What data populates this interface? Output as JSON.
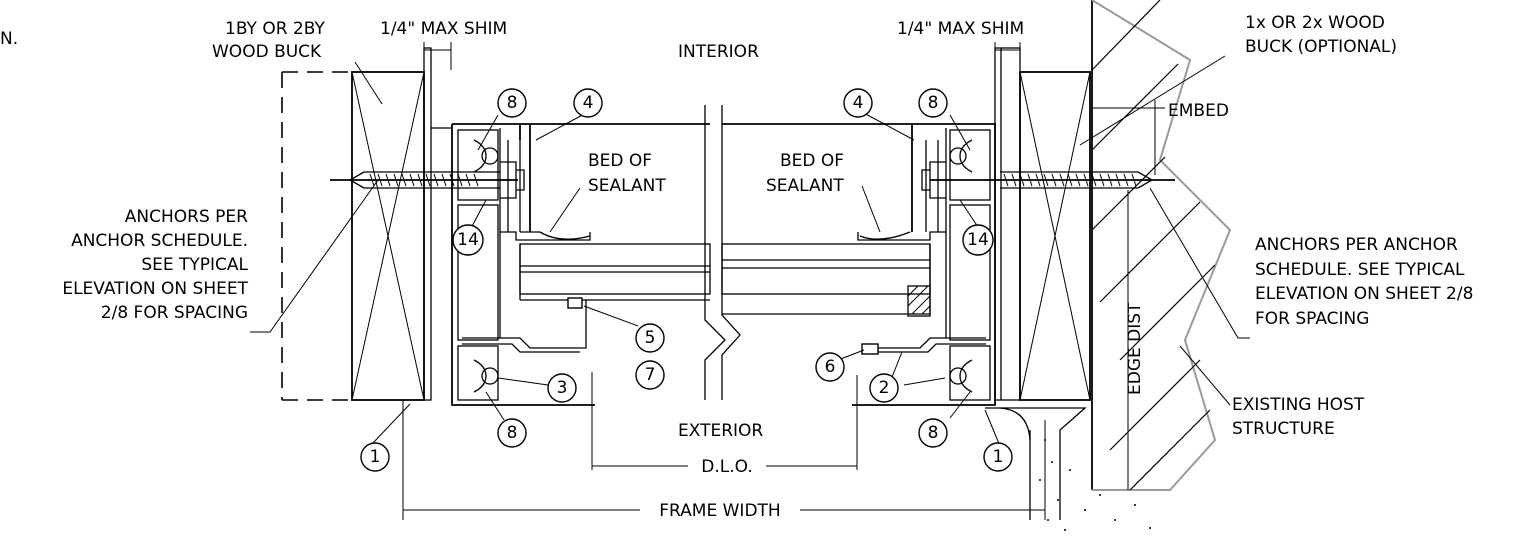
{
  "labels": {
    "edge_text": "N.",
    "buck_left_1": "1BY OR 2BY",
    "buck_left_2": "WOOD BUCK",
    "shim_left": "1/4\" MAX SHIM",
    "interior": "INTERIOR",
    "shim_right": "1/4\" MAX SHIM",
    "buck_right_1": "1x OR 2x WOOD",
    "buck_right_2": "BUCK (OPTIONAL)",
    "embed": "EMBED",
    "bed_left_1": "BED OF",
    "bed_left_2": "SEALANT",
    "bed_right_1": "BED OF",
    "bed_right_2": "SEALANT",
    "anchor_left": [
      "ANCHORS PER",
      "ANCHOR SCHEDULE.",
      "SEE TYPICAL",
      "ELEVATION ON SHEET",
      "2/8 FOR SPACING"
    ],
    "anchor_right": [
      "ANCHORS PER ANCHOR",
      "SCHEDULE. SEE TYPICAL",
      "ELEVATION ON SHEET 2/8",
      "FOR SPACING"
    ],
    "edge_dist": "EDGE DIST",
    "host_1": "EXISTING HOST",
    "host_2": "STRUCTURE",
    "exterior": "EXTERIOR",
    "dlo": "D.L.O.",
    "frame_width": "FRAME WIDTH"
  },
  "callouts": {
    "c8_tl": "8",
    "c4_l": "4",
    "c14_l": "14",
    "c5": "5",
    "c7": "7",
    "c3": "3",
    "c8_bl": "8",
    "c1_l": "1",
    "c4_r": "4",
    "c8_tr": "8",
    "c14_r": "14",
    "c6": "6",
    "c2": "2",
    "c8_br": "8",
    "c1_r": "1"
  }
}
